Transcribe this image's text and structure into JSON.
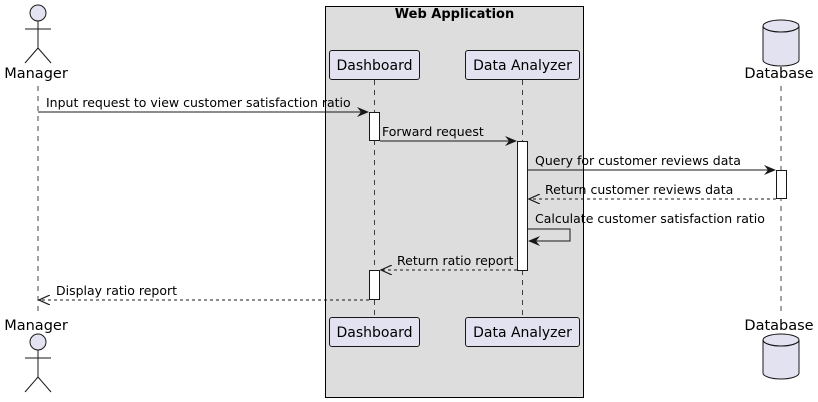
{
  "group": {
    "title": "Web Application"
  },
  "participants": {
    "manager": {
      "label": "Manager",
      "kind": "actor"
    },
    "dashboard": {
      "label": "Dashboard",
      "kind": "participant"
    },
    "analyzer": {
      "label": "Data Analyzer",
      "kind": "participant"
    },
    "database": {
      "label": "Database",
      "kind": "database"
    }
  },
  "messages": [
    {
      "from": "manager",
      "to": "dashboard",
      "text": "Input request to view customer satisfaction ratio",
      "style": "solid"
    },
    {
      "from": "dashboard",
      "to": "analyzer",
      "text": "Forward request",
      "style": "solid"
    },
    {
      "from": "analyzer",
      "to": "database",
      "text": "Query for customer reviews data",
      "style": "solid"
    },
    {
      "from": "database",
      "to": "analyzer",
      "text": "Return customer reviews data",
      "style": "dashed"
    },
    {
      "from": "analyzer",
      "to": "analyzer",
      "text": "Calculate customer satisfaction ratio",
      "style": "self"
    },
    {
      "from": "analyzer",
      "to": "dashboard",
      "text": "Return ratio report",
      "style": "dashed"
    },
    {
      "from": "dashboard",
      "to": "manager",
      "text": "Display ratio report",
      "style": "dashed"
    }
  ],
  "colors": {
    "participant_fill": "#E2E2F0",
    "participant_border": "#181818",
    "group_fill": "#DDDDDD",
    "group_border": "#000000",
    "lifeline": "#181818",
    "arrow": "#181818",
    "activation_fill": "#FFFFFF"
  }
}
